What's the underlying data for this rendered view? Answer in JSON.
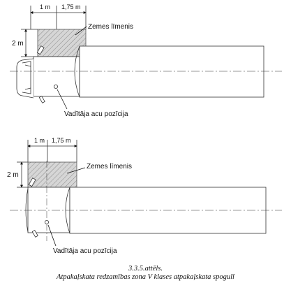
{
  "top_figure": {
    "dim_1m": "1 m",
    "dim_175m": "1,75 m",
    "dim_2m": "2 m",
    "ground_label": "Zemes līmenis",
    "eye_label": "Vadītāja acu pozīcija"
  },
  "bottom_figure": {
    "dim_1m": "1 m",
    "dim_175m": "1,75 m",
    "dim_2m": "2 m",
    "ground_label": "Zemes līmenis",
    "eye_label": "Vadītāja acu pozīcija"
  },
  "caption": {
    "number": "3.3.5.attēls.",
    "title": "Atpakaļskata redzamības zona V klases atpakaļskata spogulī"
  }
}
